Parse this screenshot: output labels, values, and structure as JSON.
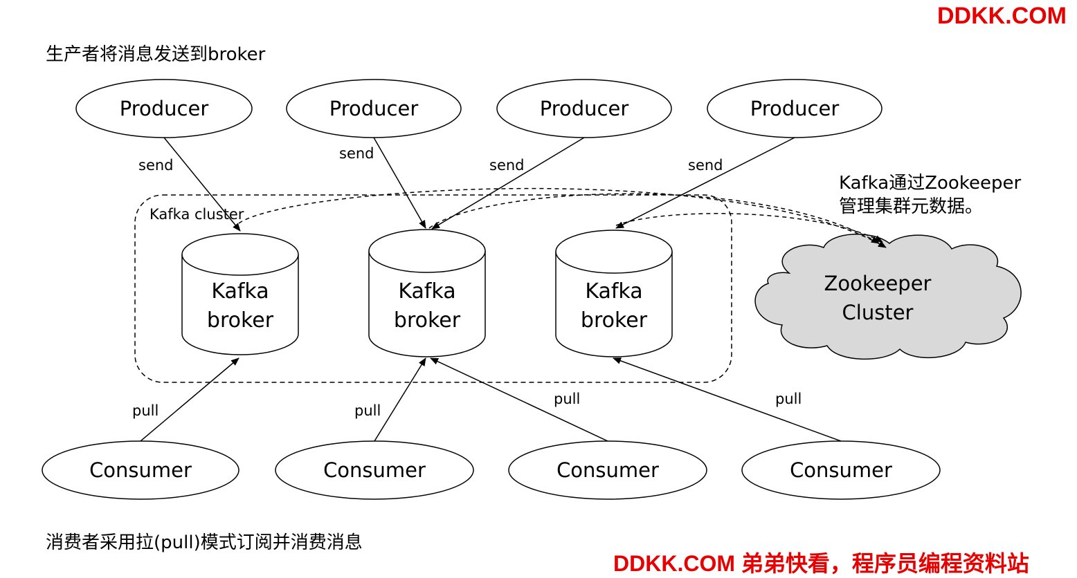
{
  "header": {
    "text": "生产者将消息发送到broker"
  },
  "footer": {
    "text": "消费者采用拉(pull)模式订阅并消费消息"
  },
  "watermark": {
    "top": "DDKK.COM",
    "bottom": "DDKK.COM 弟弟快看，程序员编程资料站",
    "color": "#e60000"
  },
  "producers": [
    "Producer",
    "Producer",
    "Producer",
    "Producer"
  ],
  "consumers": [
    "Consumer",
    "Consumer",
    "Consumer",
    "Consumer"
  ],
  "cluster": {
    "label": "Kafka cluster",
    "brokers": [
      {
        "line1": "Kafka",
        "line2": "broker"
      },
      {
        "line1": "Kafka",
        "line2": "broker"
      },
      {
        "line1": "Kafka",
        "line2": "broker"
      }
    ]
  },
  "zookeeper": {
    "line1": "Zookeeper",
    "line2": "Cluster",
    "note_line1": "Kafka通过Zookeeper",
    "note_line2": "管理集群元数据。",
    "fill": "#d9d9d9"
  },
  "edge_labels": {
    "send": [
      "send",
      "send",
      "send",
      "send"
    ],
    "pull": [
      "pull",
      "pull",
      "pull",
      "pull"
    ]
  }
}
